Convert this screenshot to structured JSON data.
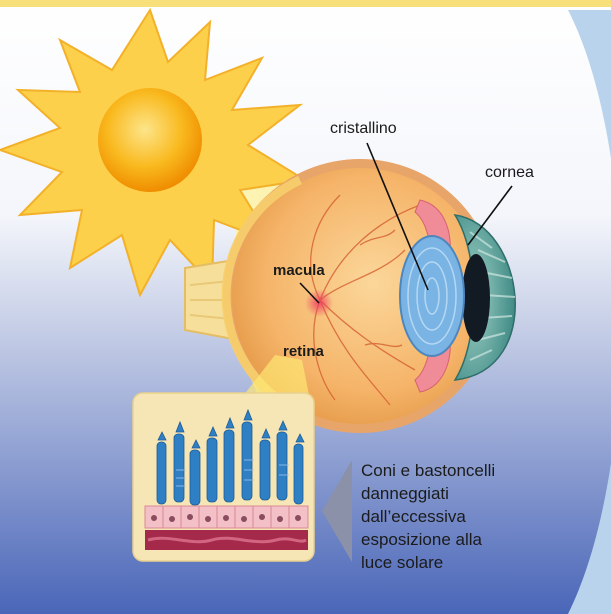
{
  "labels": {
    "cristallino": "cristallino",
    "cornea": "cornea",
    "macula": "macula",
    "retina": "retina"
  },
  "caption": {
    "lines": [
      "Coni e bastoncelli",
      "danneggiati",
      "dall’eccessiva",
      "esposizione alla",
      "luce solare"
    ]
  },
  "colors": {
    "top_band": "#f7e07a",
    "background_top": "#ffffff",
    "background_bottom": "#4a66b8",
    "side_arc": "#b9d3ec",
    "sun_core": "#f6a500",
    "sun_rays": "#fcd04a",
    "sclera": "#f2b27a",
    "lens": "#7ab4e4",
    "iris": "#4f9a92",
    "macula_spot": "#ee3e5f",
    "inset_bg": "#f6e6b5",
    "photoreceptor": "#2f7fc4",
    "pointer_arrow": "#8a91a8"
  }
}
